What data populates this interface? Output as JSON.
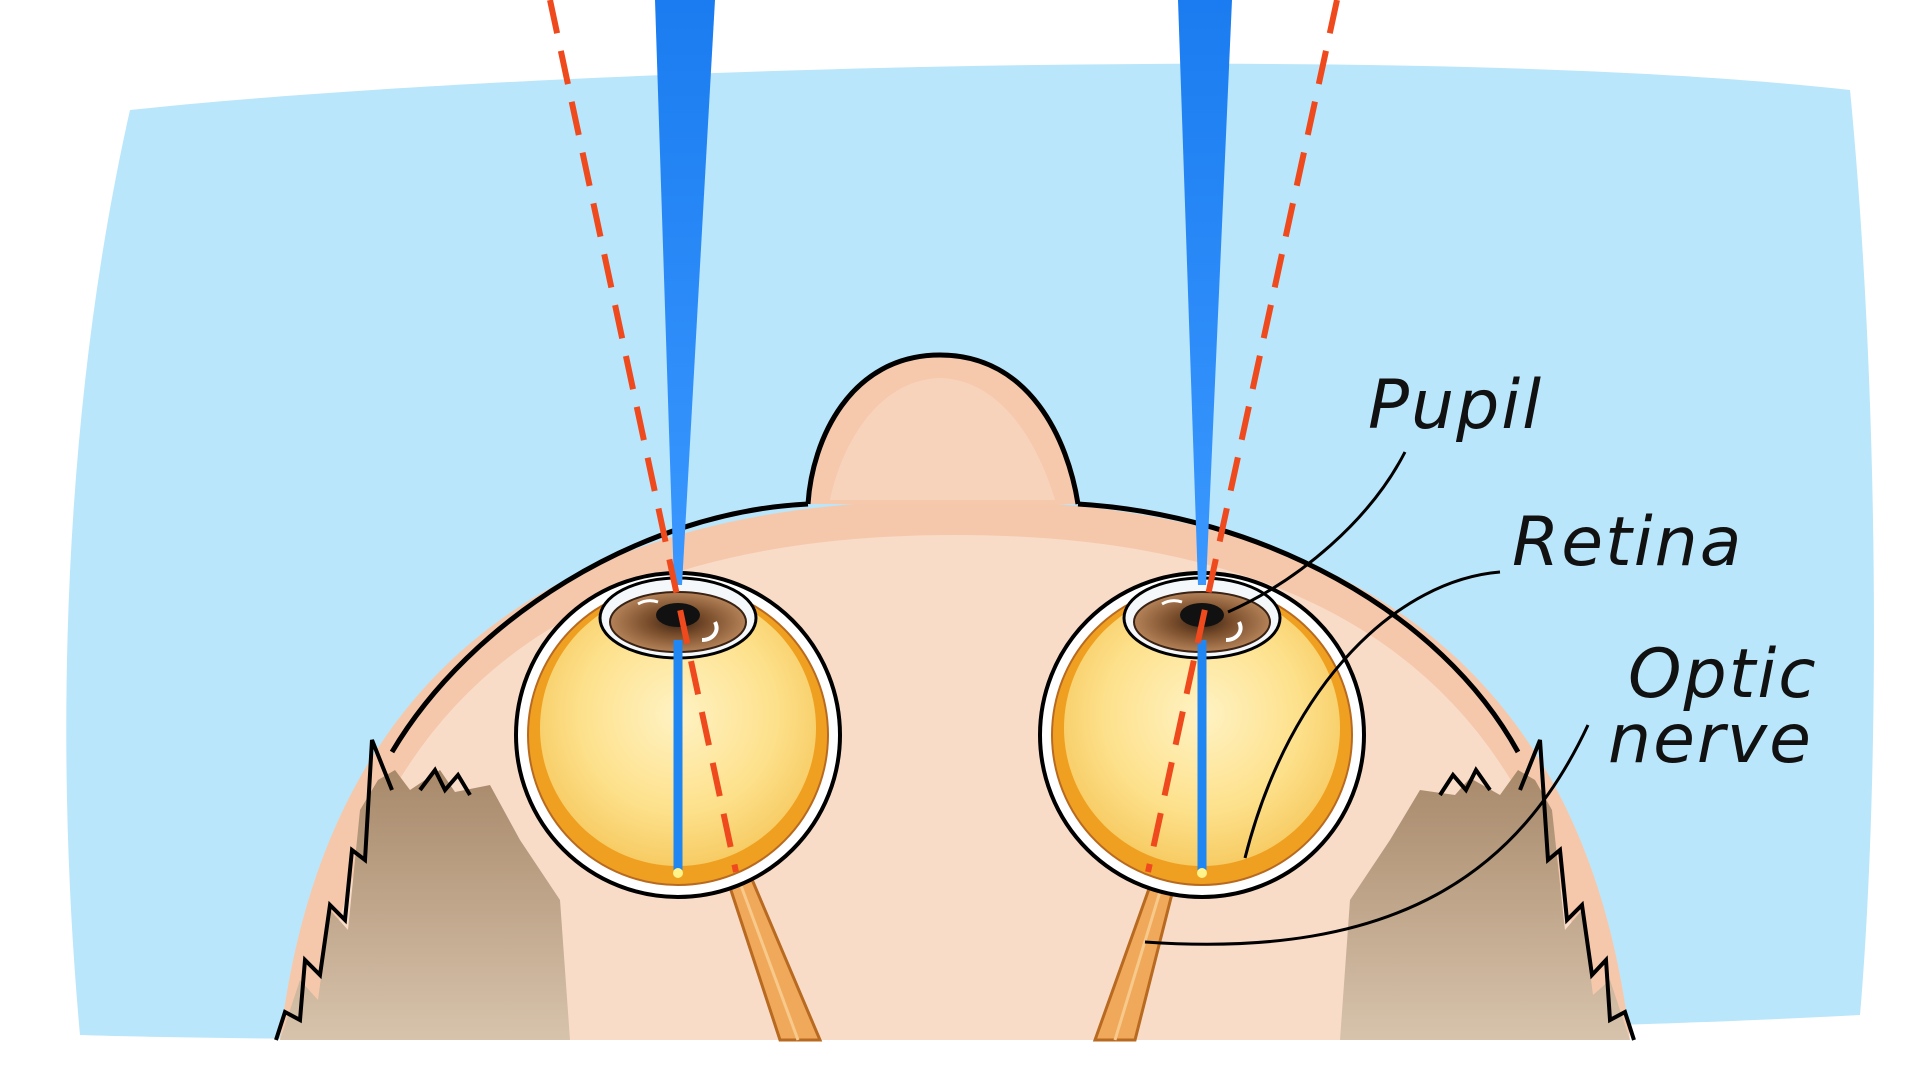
{
  "labels": {
    "pupil": "Pupil",
    "retina": "Retina",
    "optic_nerve_line1": "Optic",
    "optic_nerve_line2": "nerve"
  },
  "colors": {
    "sky": "#b9e6fa",
    "skin": "#f9dcc8",
    "skin_edge": "#f0b08c",
    "hair": "#b89a7a",
    "light_ray": "#1f86f2",
    "sightline": "#ef4a1e",
    "iris": "#9a6a44",
    "eye_fluid": "#fde59a",
    "retina": "#f0a020",
    "outline": "#000000"
  },
  "icons": {
    "left_eye": "eyeball-icon",
    "right_eye": "eyeball-icon",
    "nose": "nose-icon"
  }
}
